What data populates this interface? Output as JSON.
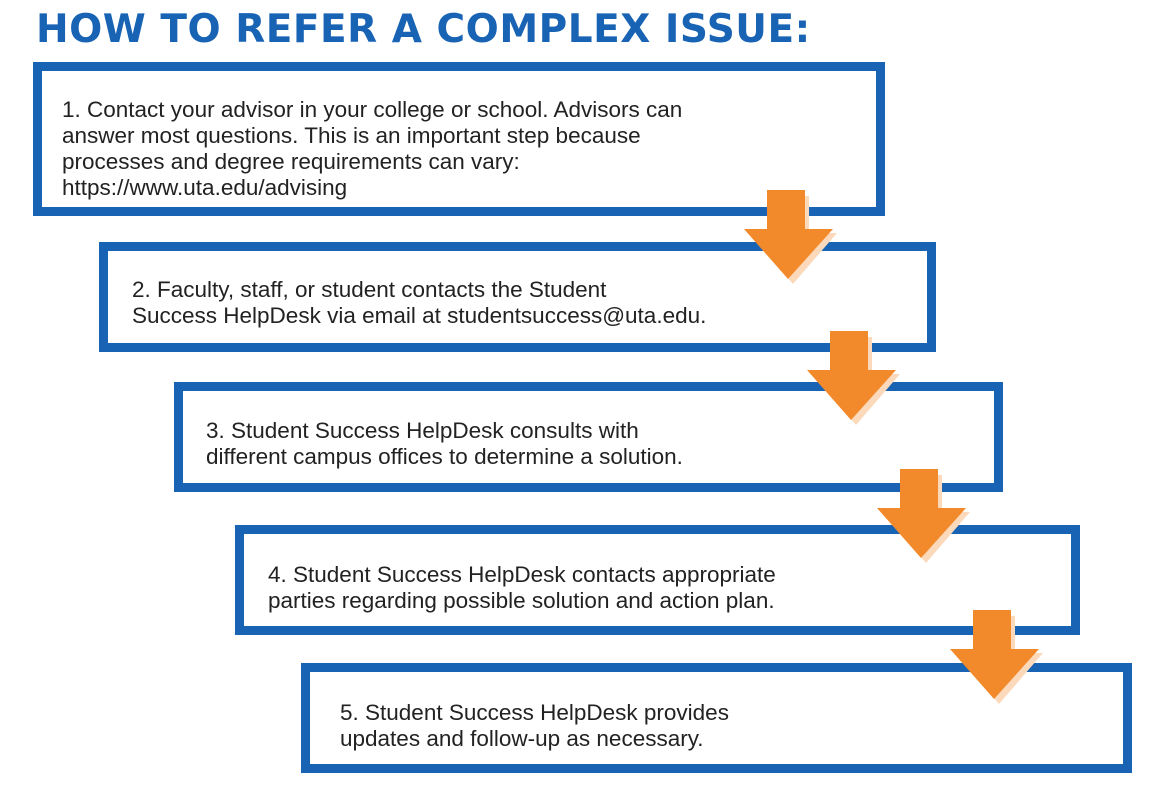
{
  "title": "HOW TO REFER A COMPLEX ISSUE:",
  "steps": [
    {
      "text": "1. Contact your advisor in your college or school. Advisors can\nanswer most questions. This is an important step because\nprocesses and degree requirements can vary:\nhttps://www.uta.edu/advising"
    },
    {
      "text": "2. Faculty, staff, or student contacts the Student\nSuccess  HelpDesk via email at studentsuccess@uta.edu."
    },
    {
      "text": "3. Student Success HelpDesk consults with\ndifferent campus offices to determine a solution."
    },
    {
      "text": "4. Student Success HelpDesk contacts appropriate\nparties regarding possible solution and action plan."
    },
    {
      "text": "5. Student Success HelpDesk provides\nupdates and follow-up as necessary."
    }
  ],
  "colors": {
    "accent_blue": "#1863b4",
    "arrow_orange": "#f28a2c",
    "arrow_shadow": "#fbd9ba",
    "text": "#222222"
  },
  "icons": {
    "arrow": "arrow-down-icon"
  }
}
